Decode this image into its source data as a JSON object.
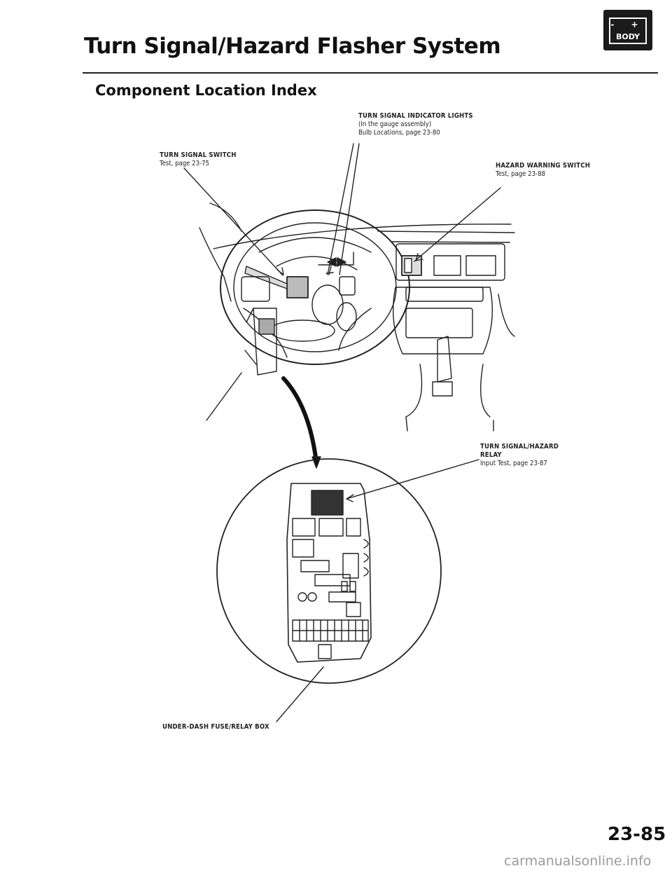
{
  "header": {
    "title": "Turn Signal/Hazard Flasher System",
    "subtitle": "Component Location Index",
    "badge": {
      "signs": "- +",
      "label": "BODY"
    }
  },
  "callouts": {
    "indicator_lights": {
      "name": "TURN SIGNAL INDICATOR LIGHTS",
      "line2": "(In the gauge assembly)",
      "line3": "Bulb Locations, page 23-80"
    },
    "turn_signal_switch": {
      "name": "TURN SIGNAL SWITCH",
      "line2": "Test, page 23-75"
    },
    "hazard_switch": {
      "name": "HAZARD WARNING SWITCH",
      "line2": "Test, page 23-88"
    },
    "relay": {
      "name": "TURN SIGNAL/HAZARD",
      "name2": "RELAY",
      "line3": "Input Test, page 23-87"
    },
    "fuse_box": {
      "name": "UNDER-DASH FUSE/RELAY BOX"
    }
  },
  "footer": {
    "page_number": "23-85",
    "watermark": "carmanualsonline.info"
  }
}
